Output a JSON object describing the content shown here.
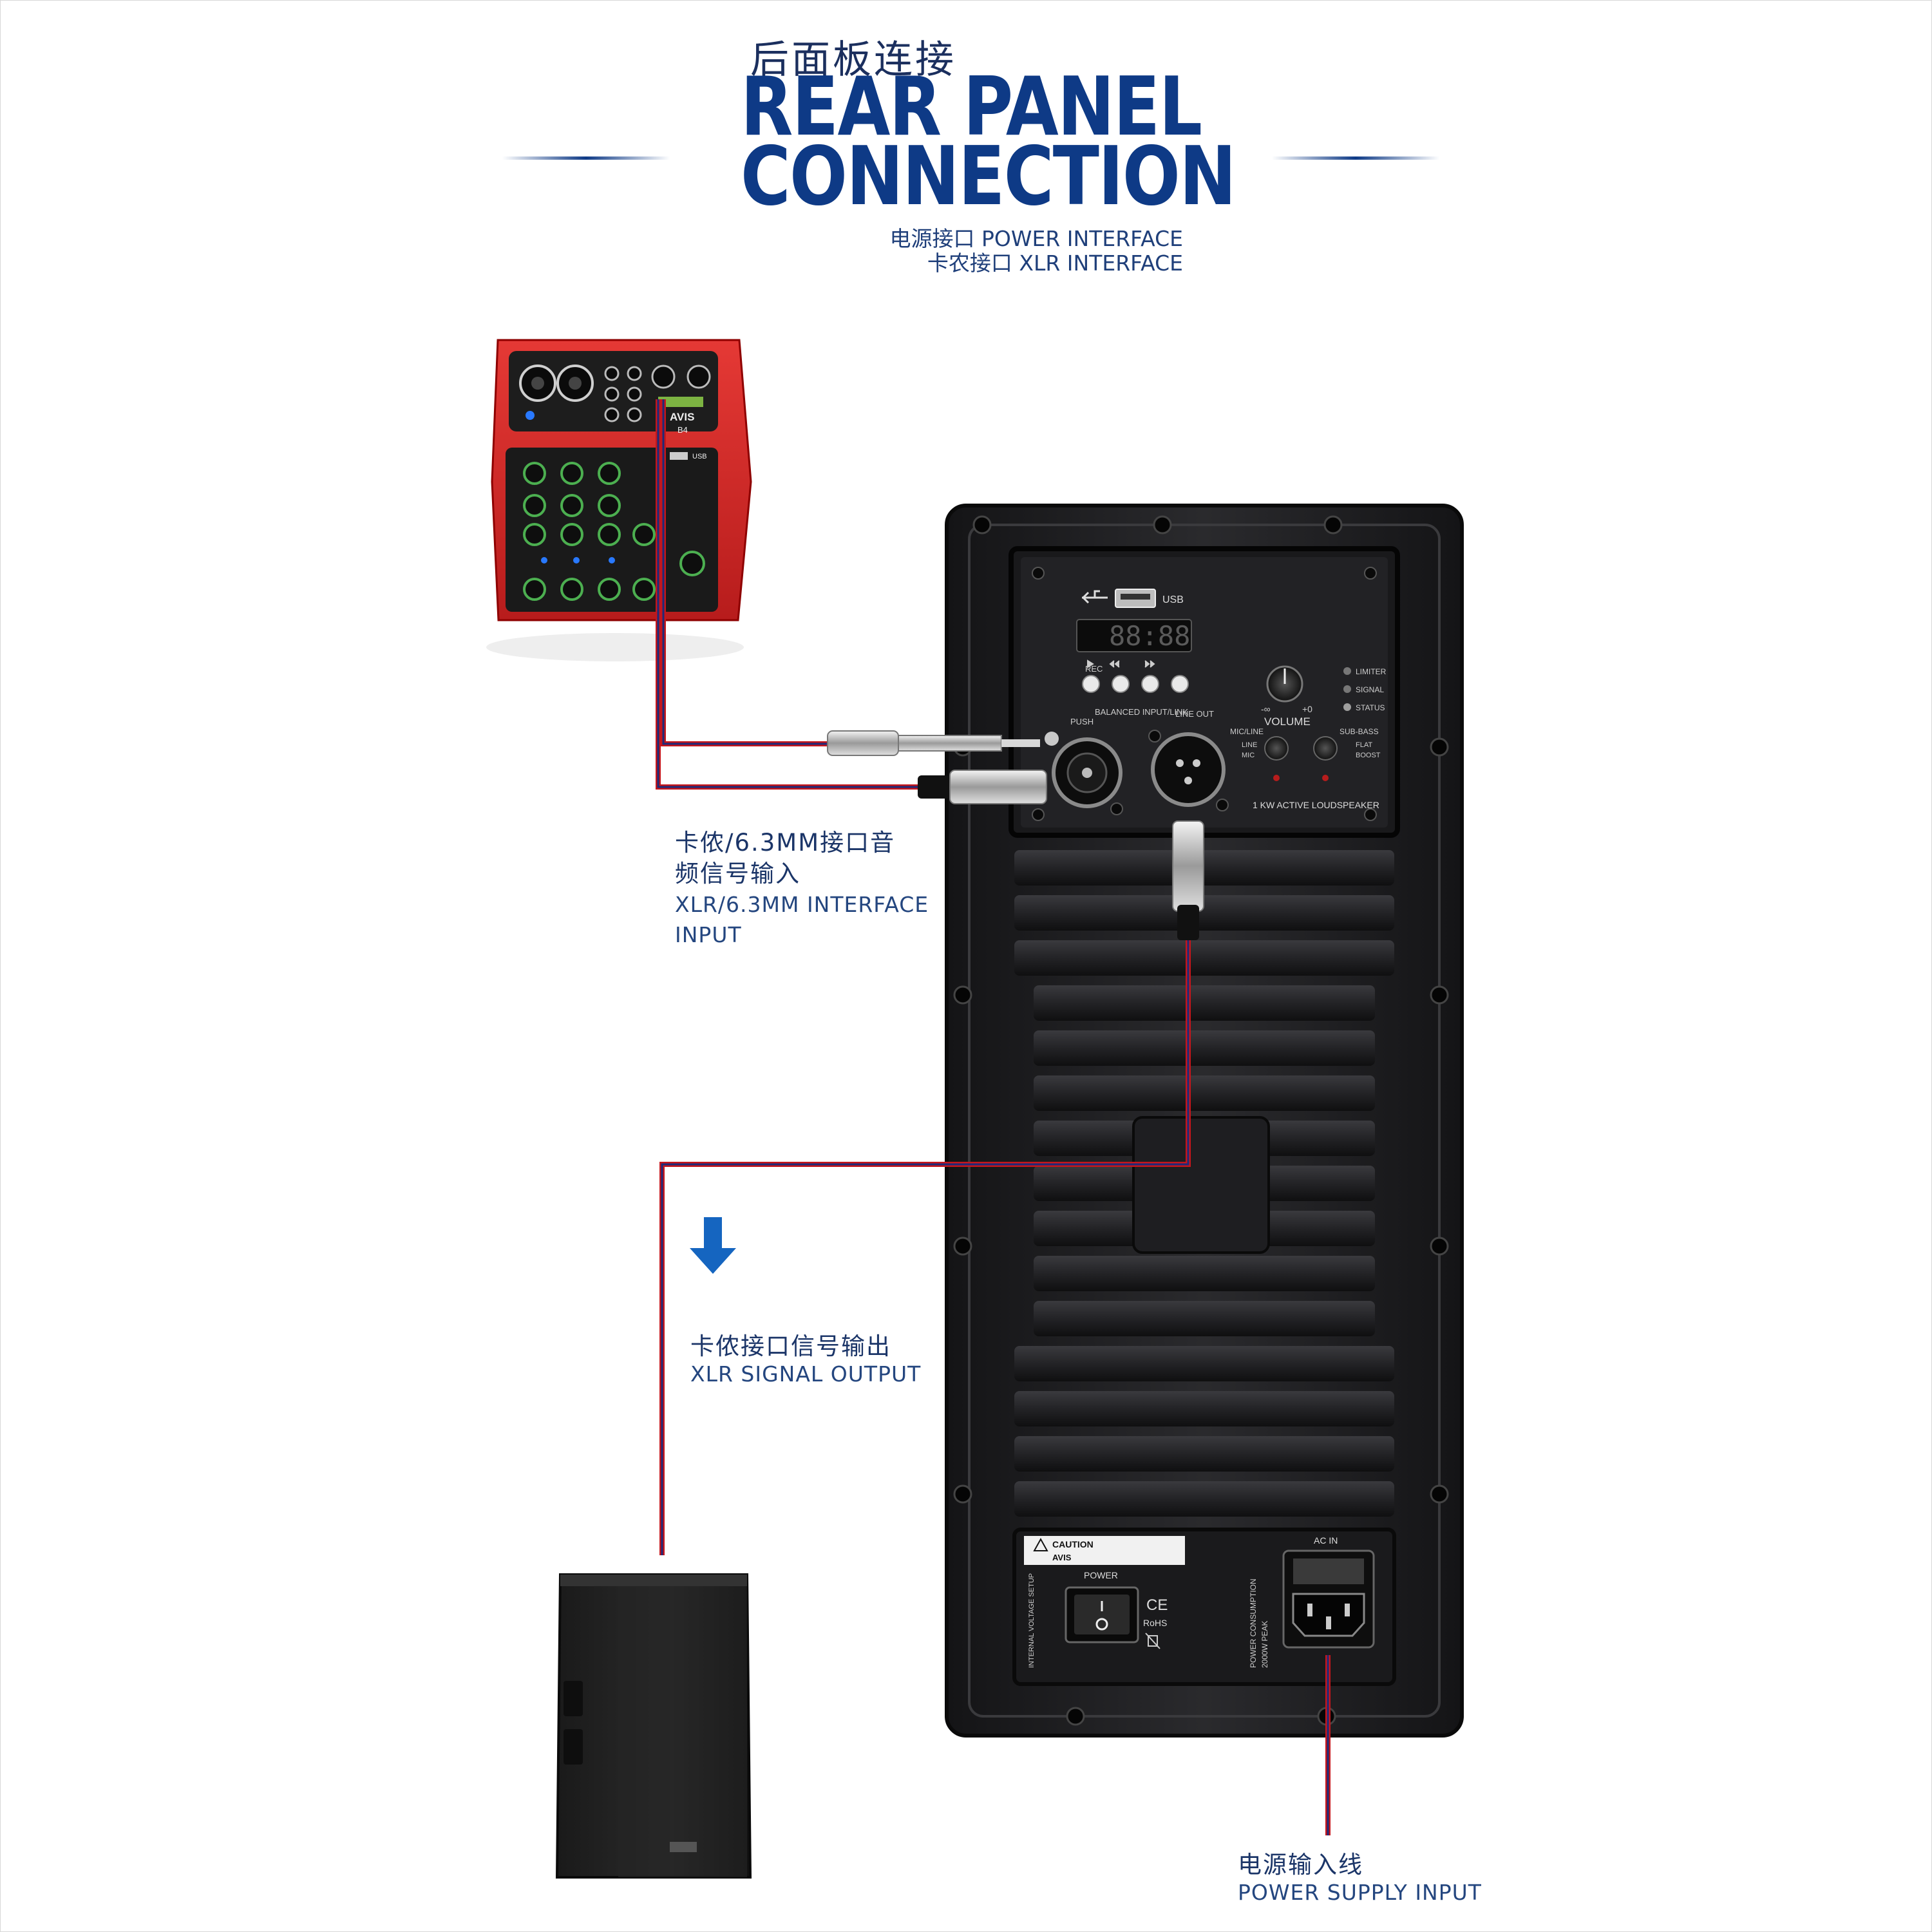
{
  "heading": {
    "cn": "后面板连接",
    "en_line1": "REAR PANEL",
    "en_line2": "CONNECTION",
    "sub1": "电源接口 POWER INTERFACE",
    "sub2": "卡农接口 XLR INTERFACE"
  },
  "callouts": {
    "input": {
      "cn_line1": "卡侬/6.3MM接口音",
      "cn_line2": "频信号输入",
      "en_line1": "XLR/6.3MM INTERFACE",
      "en_line2": "INPUT"
    },
    "output": {
      "cn": "卡侬接口信号输出",
      "en": "XLR SIGNAL OUTPUT"
    },
    "power": {
      "cn": "电源输入线",
      "en": "POWER SUPPLY INPUT"
    }
  },
  "panel": {
    "usb": "USB",
    "display": "88:88",
    "btn_rec": "REC",
    "volume": "VOLUME",
    "vol_min": "-∞",
    "vol_max": "+0",
    "limiter": "LIMITER",
    "signal": "SIGNAL",
    "status": "STATUS",
    "balanced_input": "BALANCED INPUT/LINK",
    "push": "PUSH",
    "line_out": "LINE OUT",
    "mic_line": "MIC/LINE",
    "line": "LINE",
    "mic": "MIC",
    "sub_bass": "SUB-BASS",
    "flat": "FLAT",
    "boost": "BOOST",
    "model": "1 KW ACTIVE LOUDSPEAKER",
    "caution": "CAUTION",
    "brand": "AVIS",
    "power": "POWER",
    "ce": "CE",
    "rohs": "RoHS",
    "ac_in": "AC IN",
    "power_consumption": "POWER CONSUMPTION",
    "peak": "2000W PEAK",
    "voltage": "INTERNAL VOLTAGE SETUP"
  },
  "mixer": {
    "brand": "AVIS",
    "model": "B4",
    "usb": "USB"
  },
  "colors": {
    "title_blue": "#0e3a86",
    "text_blue": "#1b3568",
    "cable_red": "#c4161c",
    "cable_blue": "#1d2a7a",
    "arrow_blue": "#1565c0",
    "panel_dark": "#1c1c1e",
    "mixer_red": "#d32f2f"
  },
  "icons": [
    "down-arrow-icon",
    "usb-icon",
    "warning-icon",
    "recycle-bin-icon"
  ]
}
